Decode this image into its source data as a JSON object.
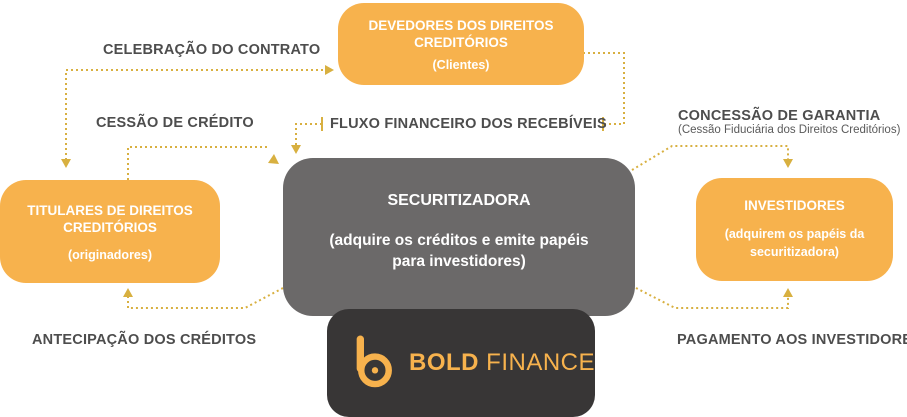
{
  "boxes": {
    "devedores": {
      "title": "DEVEDORES DOS DIREITOS CREDITÓRIOS",
      "sub": "(Clientes)"
    },
    "titulares": {
      "title": "TITULARES DE DIREITOS CREDITÓRIOS",
      "sub": "(originadores)"
    },
    "securitizadora": {
      "title": "SECURITIZADORA",
      "sub": "(adquire os créditos e emite papéis para investidores)"
    },
    "investidores": {
      "title": "INVESTIDORES",
      "sub": "(adquirem os papéis da securitizadora)"
    }
  },
  "labels": {
    "celebracao": "CELEBRAÇÃO DO CONTRATO",
    "cessao": "CESSÃO DE CRÉDITO",
    "fluxo": "FLUXO FINANCEIRO DOS RECEBÍVEIS",
    "concessao": "CONCESSÃO DE GARANTIA",
    "concessao_sub": "(Cessão Fiduciária dos Direitos Creditórios)",
    "antecipacao": "ANTECIPAÇÃO DOS CRÉDITOS",
    "pagamento": "PAGAMENTO AOS INVESTIDORES"
  },
  "brand": {
    "bold": "BOLD",
    "finance": "FINANCE"
  },
  "colors": {
    "orange": "#f7b24d",
    "gray": "#6b6969",
    "dark": "#383636",
    "arrow": "#d8b040"
  }
}
